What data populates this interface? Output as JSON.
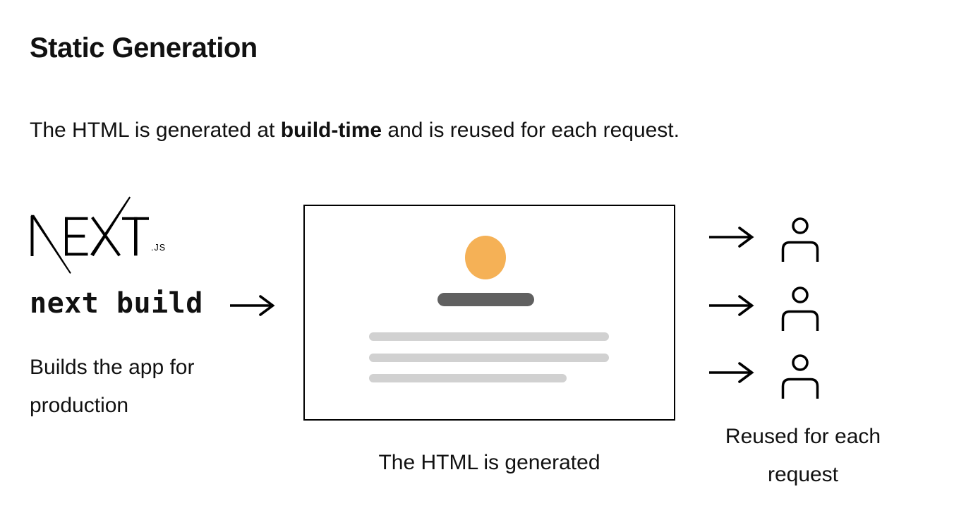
{
  "header": {
    "title": "Static Generation"
  },
  "intro": {
    "text_before": "The HTML is generated at ",
    "bold_term": "build-time",
    "text_after": " and is reused for each request."
  },
  "build": {
    "logo_name": "Next.js",
    "logo_text": "NEXT",
    "logo_suffix": ".JS",
    "command": "next build",
    "description": "Builds the app for production"
  },
  "preview": {
    "caption": "The HTML is generated"
  },
  "reuse": {
    "caption_lines": [
      "Reused for each",
      "request"
    ]
  },
  "colors": {
    "ink": "#111111",
    "avatar_orange": "#F5B156",
    "heading_bar_gray": "#606060",
    "text_bar_gray": "#D1D1D1",
    "box_border": "#000000"
  }
}
